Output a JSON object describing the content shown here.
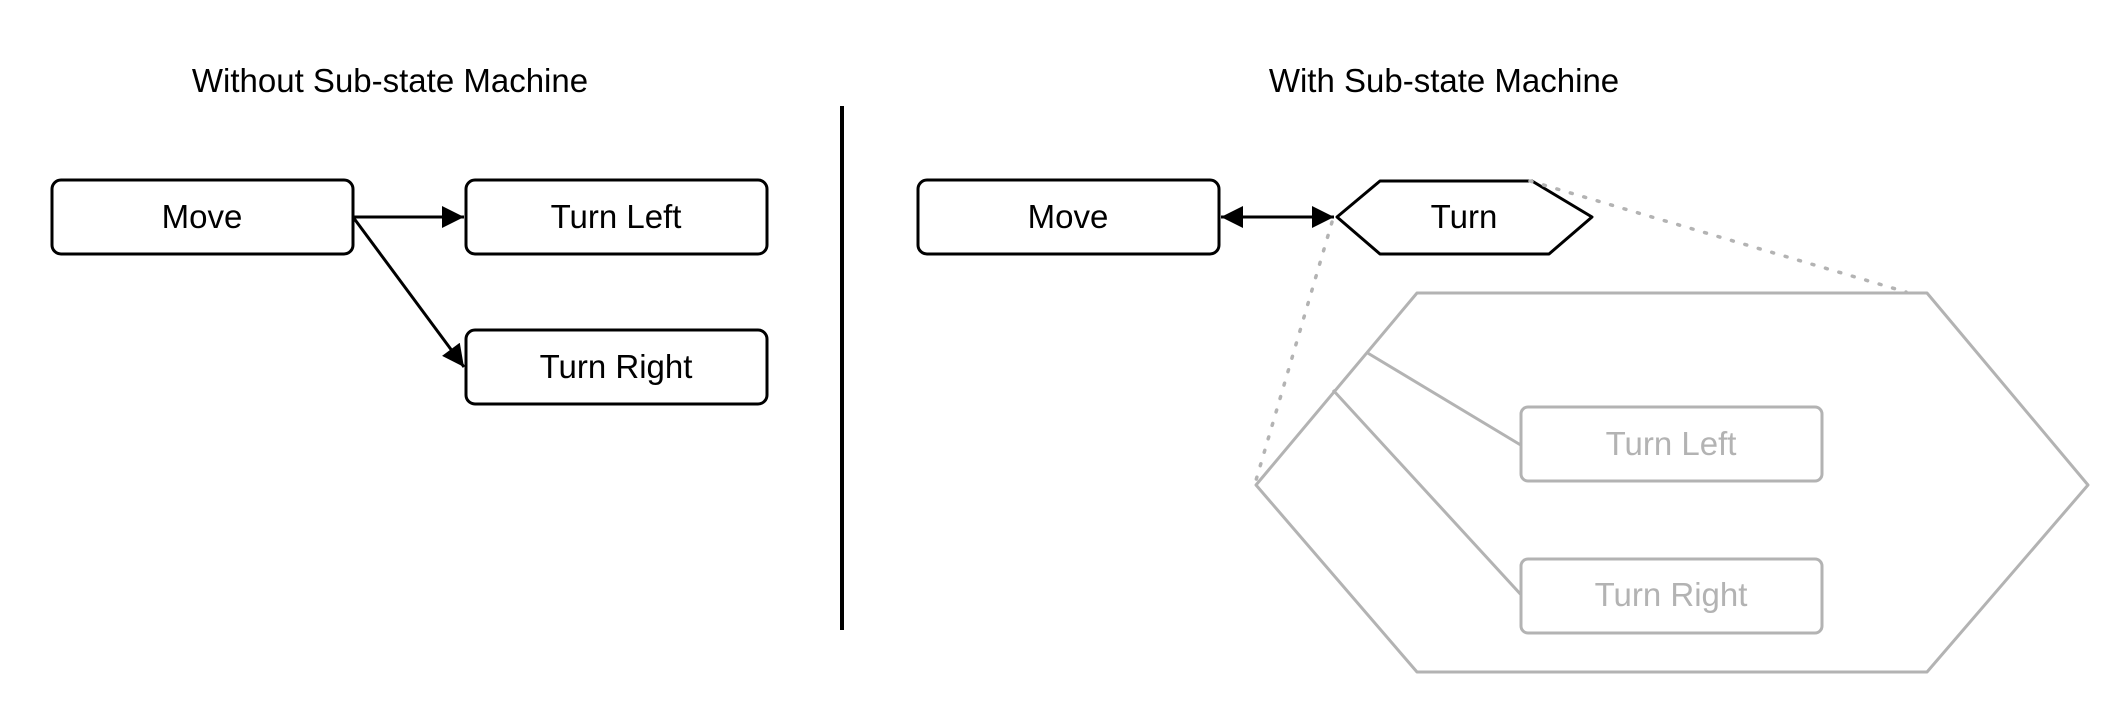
{
  "left_panel": {
    "title": "Without Sub-state Machine",
    "nodes": {
      "move": "Move",
      "turn_left": "Turn Left",
      "turn_right": "Turn Right"
    }
  },
  "right_panel": {
    "title": "With Sub-state Machine",
    "nodes": {
      "move": "Move",
      "turn": "Turn"
    },
    "sub_state_machine": {
      "nodes": {
        "turn_left": "Turn Left",
        "turn_right": "Turn Right"
      }
    }
  },
  "colors": {
    "primary": "#000000",
    "faded": "#b3b3b3",
    "background": "#ffffff"
  }
}
